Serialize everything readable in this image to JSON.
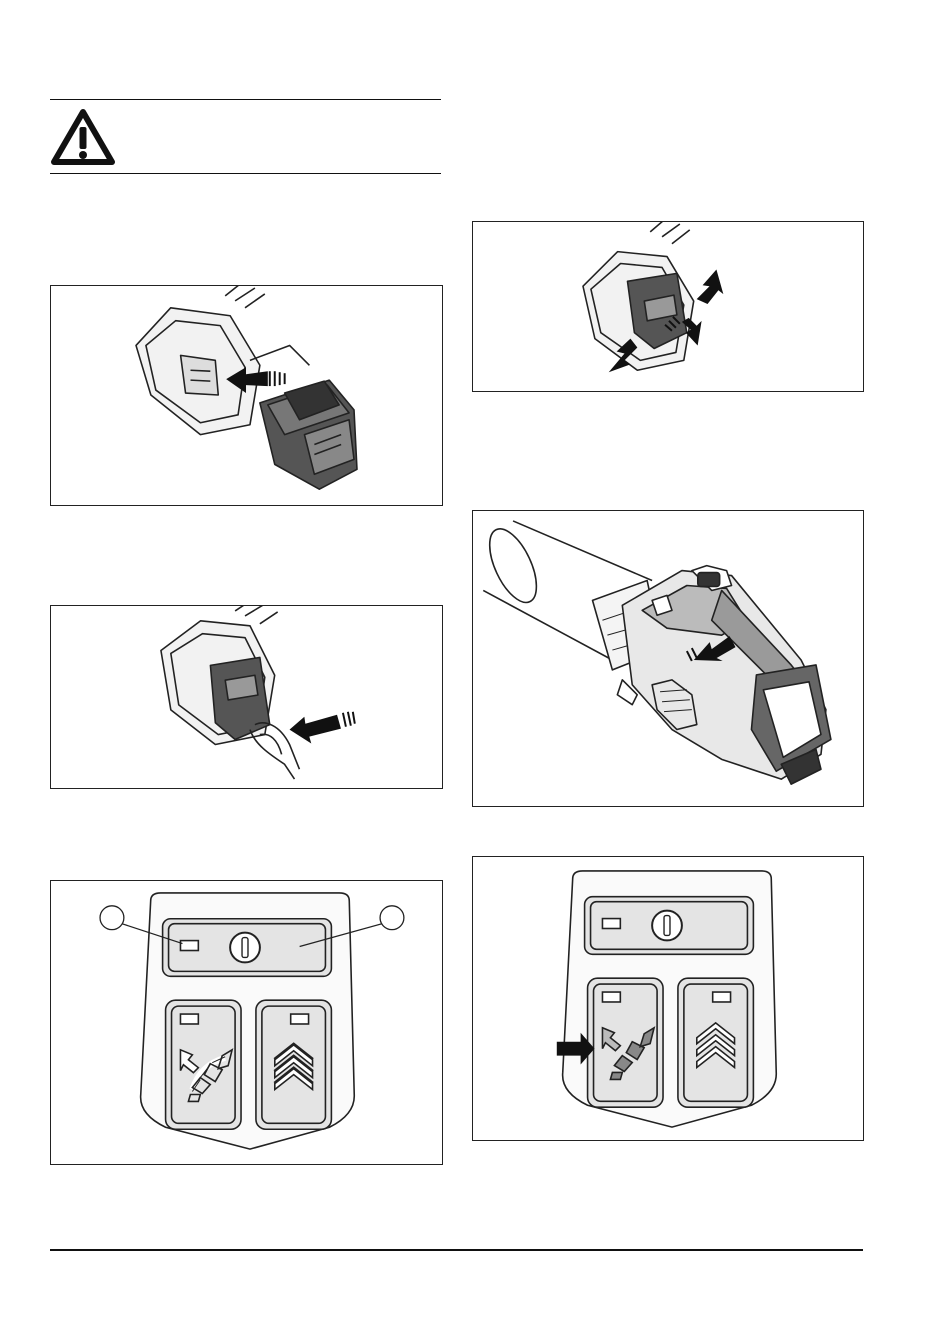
{
  "page": {
    "warning_icon": "warning-triangle-icon",
    "figures": [
      {
        "id": "fig-insert-battery",
        "icon": "battery-insert-arrow-illustration"
      },
      {
        "id": "fig-press-battery",
        "icon": "hand-press-battery-illustration"
      },
      {
        "id": "fig-control-panel-callouts",
        "icon": "control-panel-illustration"
      },
      {
        "id": "fig-remove-battery",
        "icon": "battery-release-arrows-illustration"
      },
      {
        "id": "fig-blower-trigger",
        "icon": "blower-trigger-arrow-illustration"
      },
      {
        "id": "fig-control-panel-arrow",
        "icon": "control-panel-arrow-illustration"
      }
    ]
  }
}
